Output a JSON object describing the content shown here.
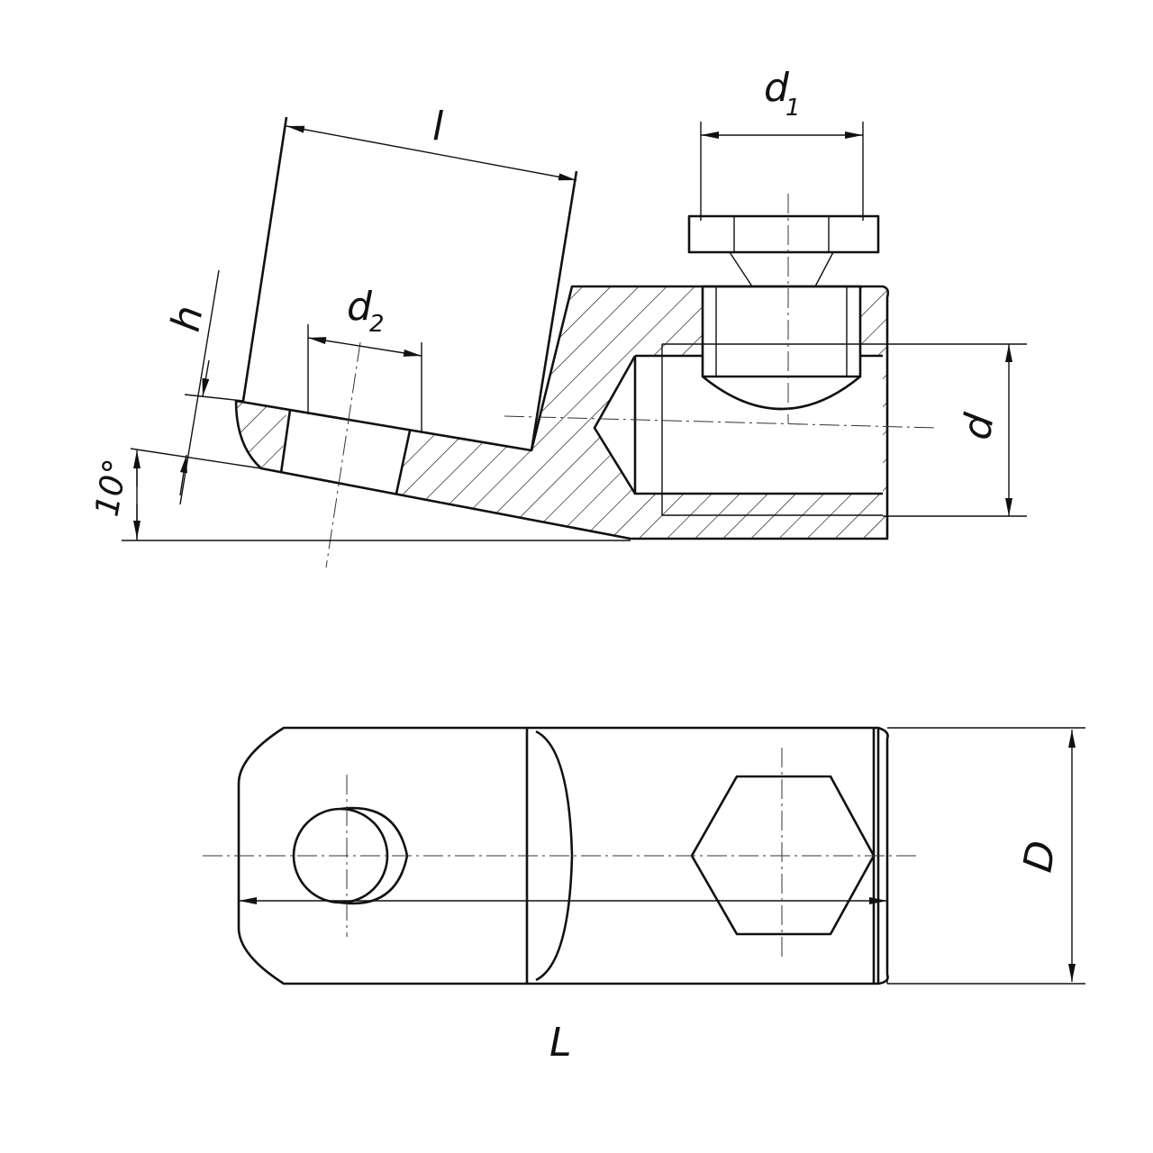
{
  "labels": {
    "l": "l",
    "d1": "d",
    "d1_sub": "1",
    "d2": "d",
    "d2_sub": "2",
    "h": "h",
    "angle": "10°",
    "d": "d",
    "D": "D",
    "L": "L"
  },
  "colors": {
    "line": "#111111",
    "background": "#ffffff"
  }
}
